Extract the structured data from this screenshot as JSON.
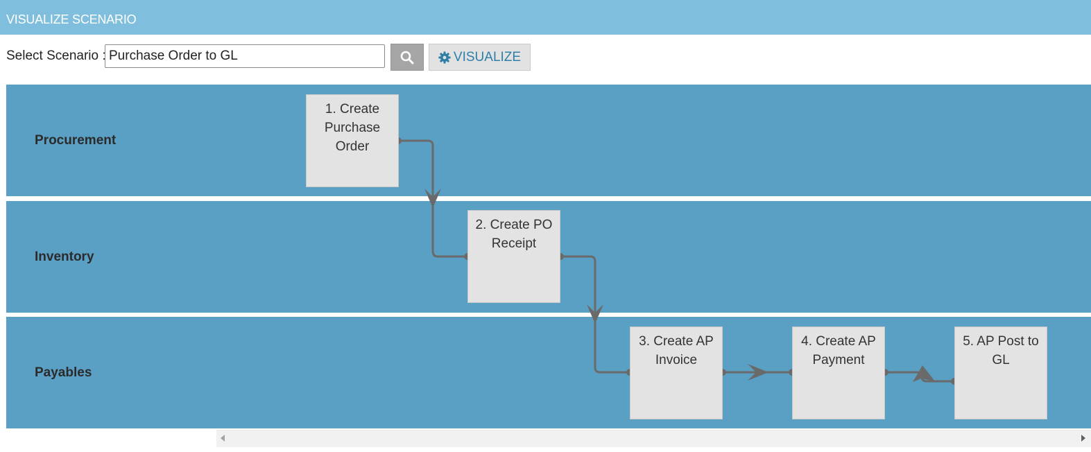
{
  "header": {
    "title": "VISUALIZE SCENARIO"
  },
  "toolbar": {
    "select_label": "Select Scenario :",
    "scenario_value": "Purchase Order to GL",
    "search_icon": "magnifier-icon",
    "visualize_icon": "gear-icon",
    "visualize_label": "VISUALIZE"
  },
  "lanes": [
    {
      "label": "Procurement"
    },
    {
      "label": "Inventory"
    },
    {
      "label": "Payables"
    }
  ],
  "steps": [
    {
      "label": "1.  Create Purchase Order",
      "lane": "Procurement"
    },
    {
      "label": "2.  Create PO Receipt",
      "lane": "Inventory"
    },
    {
      "label": "3.  Create AP Invoice",
      "lane": "Payables"
    },
    {
      "label": "4.  Create AP Payment",
      "lane": "Payables"
    },
    {
      "label": "5.  AP Post to GL",
      "lane": "Payables"
    }
  ],
  "colors": {
    "header_bg": "#7fbfdd",
    "lane_bg": "#5a9fc4",
    "step_bg": "#e3e3e3",
    "connector": "#6a6a6a",
    "visualize_text": "#2e7ea6"
  }
}
